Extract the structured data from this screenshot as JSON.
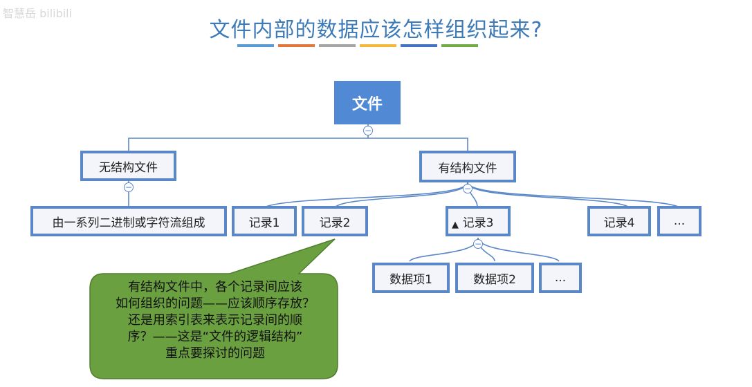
{
  "watermark": "智慧岳 bilibili",
  "title": "文件内部的数据应该怎样组织起来?",
  "stripe_colors": [
    "#5b9bd5",
    "#e2763b",
    "#a5a5a5",
    "#f5b93c",
    "#4472c4",
    "#70ad47"
  ],
  "tree": {
    "root": "文件",
    "unstructured": "无结构文件",
    "unstructured_desc": "由一系列二进制或字符流组成",
    "structured": "有结构文件",
    "records": [
      "记录1",
      "记录2",
      "记录3",
      "记录4",
      "..."
    ],
    "data_items": [
      "数据项1",
      "数据项2",
      "..."
    ]
  },
  "callout": {
    "lines": [
      "有结构文件中，各个记录间应该",
      "如何组织的问题——应该顺序存放？",
      "还是用索引表来表示记录间的顺",
      "序？——这是“文件的逻辑结构”",
      "重点要探讨的问题"
    ],
    "fill": "#6aa040"
  },
  "colors": {
    "node_border": "#5a87c8",
    "root_fill": "#5289d4",
    "title": "#3d7ab8"
  }
}
